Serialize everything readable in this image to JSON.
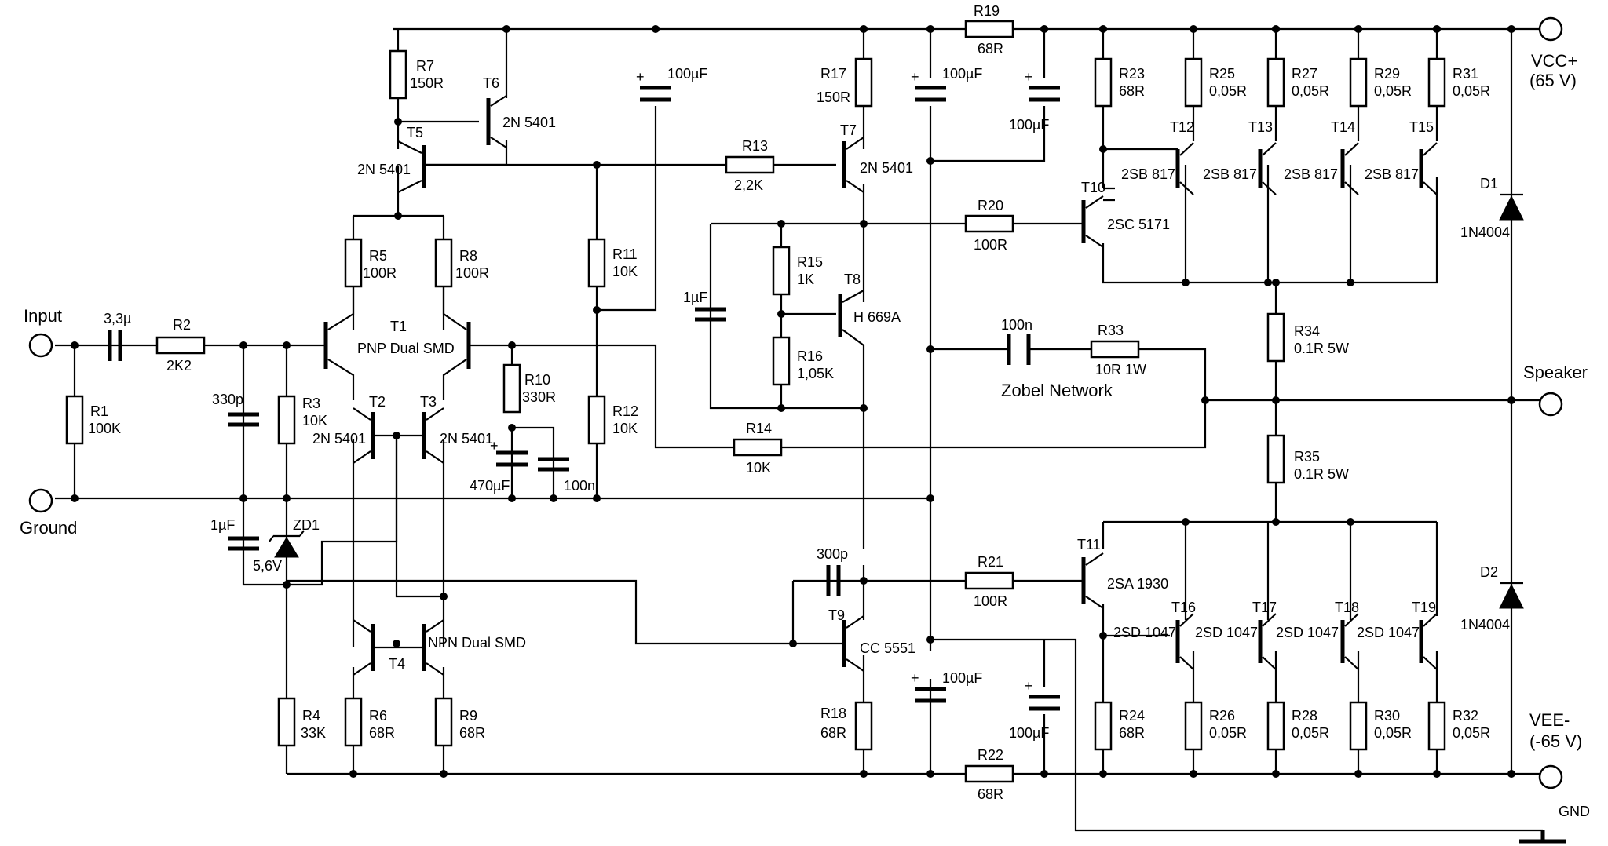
{
  "terminals": {
    "input": "Input",
    "ground": "Ground",
    "vcc": [
      "VCC+",
      "(65 V)"
    ],
    "vee": [
      "VEE-",
      "(-65 V)"
    ],
    "speaker": "Speaker",
    "gnd": "GND"
  },
  "network_label": "Zobel Network",
  "resistors": [
    {
      "ref": "R1",
      "value": "100K"
    },
    {
      "ref": "R2",
      "value": "2K2"
    },
    {
      "ref": "R3",
      "value": "10K"
    },
    {
      "ref": "R4",
      "value": "33K"
    },
    {
      "ref": "R5",
      "value": "100R"
    },
    {
      "ref": "R6",
      "value": "68R"
    },
    {
      "ref": "R7",
      "value": "150R"
    },
    {
      "ref": "R8",
      "value": "100R"
    },
    {
      "ref": "R9",
      "value": "68R"
    },
    {
      "ref": "R10",
      "value": "330R"
    },
    {
      "ref": "R11",
      "value": "10K"
    },
    {
      "ref": "R12",
      "value": "10K"
    },
    {
      "ref": "R13",
      "value": "2,2K"
    },
    {
      "ref": "R14",
      "value": "10K"
    },
    {
      "ref": "R15",
      "value": "1K"
    },
    {
      "ref": "R16",
      "value": "1,05K"
    },
    {
      "ref": "R17",
      "value": "150R"
    },
    {
      "ref": "R18",
      "value": "68R"
    },
    {
      "ref": "R19",
      "value": "68R"
    },
    {
      "ref": "R20",
      "value": "100R"
    },
    {
      "ref": "R21",
      "value": "100R"
    },
    {
      "ref": "R22",
      "value": "68R"
    },
    {
      "ref": "R23",
      "value": "68R"
    },
    {
      "ref": "R24",
      "value": "68R"
    },
    {
      "ref": "R25",
      "value": "0,05R"
    },
    {
      "ref": "R26",
      "value": "0,05R"
    },
    {
      "ref": "R27",
      "value": "0,05R"
    },
    {
      "ref": "R28",
      "value": "0,05R"
    },
    {
      "ref": "R29",
      "value": "0,05R"
    },
    {
      "ref": "R30",
      "value": "0,05R"
    },
    {
      "ref": "R31",
      "value": "0,05R"
    },
    {
      "ref": "R32",
      "value": "0,05R"
    },
    {
      "ref": "R33",
      "value": "10R 1W"
    },
    {
      "ref": "R34",
      "value": "0.1R 5W"
    },
    {
      "ref": "R35",
      "value": "0.1R 5W"
    }
  ],
  "capacitors": [
    {
      "value": "3,3µ"
    },
    {
      "value": "330p"
    },
    {
      "value": "1µF"
    },
    {
      "value": "470µF"
    },
    {
      "value": "100n"
    },
    {
      "value": "100µF"
    },
    {
      "value": "1µF"
    },
    {
      "value": "100µF"
    },
    {
      "value": "100µF"
    },
    {
      "value": "100n"
    },
    {
      "value": "300p"
    },
    {
      "value": "100µF"
    },
    {
      "value": "100µF"
    }
  ],
  "transistors": [
    {
      "ref": "T1",
      "part": "PNP Dual SMD"
    },
    {
      "ref": "T2",
      "part": "2N 5401"
    },
    {
      "ref": "T3",
      "part": "2N 5401"
    },
    {
      "ref": "T4",
      "part": "NPN Dual SMD"
    },
    {
      "ref": "T5",
      "part": "2N 5401"
    },
    {
      "ref": "T6",
      "part": "2N 5401"
    },
    {
      "ref": "T7",
      "part": "2N 5401"
    },
    {
      "ref": "T8",
      "part": "H 669A"
    },
    {
      "ref": "T9",
      "part": "CC 5551"
    },
    {
      "ref": "T10",
      "part": "2SC 5171"
    },
    {
      "ref": "T11",
      "part": "2SA 1930"
    },
    {
      "ref": "T12",
      "part": "2SB 817"
    },
    {
      "ref": "T13",
      "part": "2SB 817"
    },
    {
      "ref": "T14",
      "part": "2SB 817"
    },
    {
      "ref": "T15",
      "part": "2SB 817"
    },
    {
      "ref": "T16",
      "part": "2SD 1047"
    },
    {
      "ref": "T17",
      "part": "2SD 1047"
    },
    {
      "ref": "T18",
      "part": "2SD 1047"
    },
    {
      "ref": "T19",
      "part": "2SD 1047"
    }
  ],
  "diodes": [
    {
      "ref": "D1",
      "part": "1N4004"
    },
    {
      "ref": "D2",
      "part": "1N4004"
    },
    {
      "ref": "ZD1",
      "part": "5,6V"
    }
  ]
}
